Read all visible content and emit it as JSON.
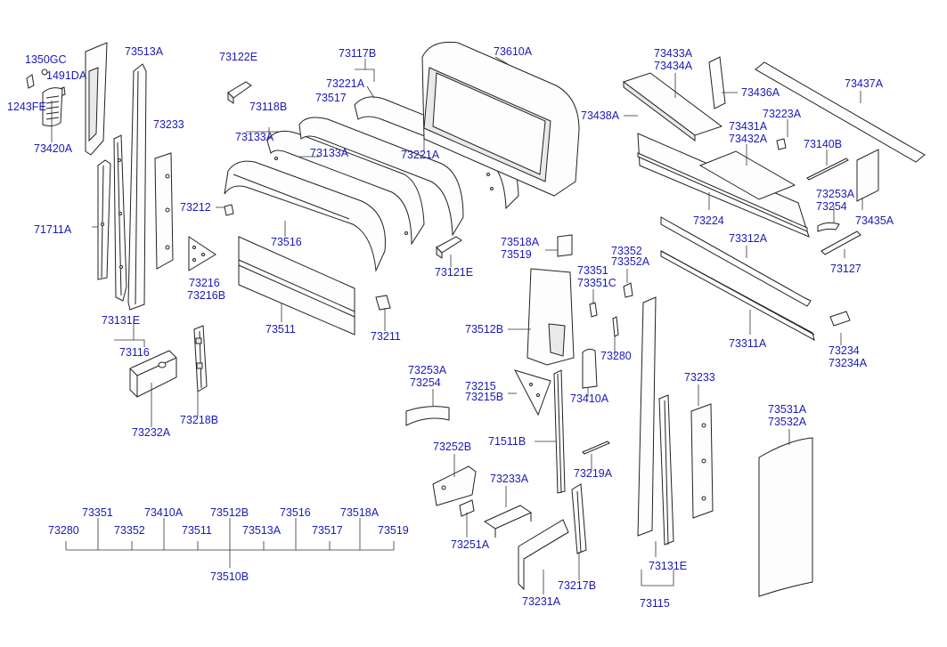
{
  "labels": [
    {
      "id": "l1350gc",
      "text": "1350GC"
    },
    {
      "id": "l1491da",
      "text": "1491DA"
    },
    {
      "id": "l1243fe",
      "text": "1243FE"
    },
    {
      "id": "l73420a",
      "text": "73420A"
    },
    {
      "id": "l73513a_top",
      "text": "73513A"
    },
    {
      "id": "l73233_l",
      "text": "73233"
    },
    {
      "id": "l71711a",
      "text": "71711A"
    },
    {
      "id": "l73131e_l",
      "text": "73131E"
    },
    {
      "id": "l73116",
      "text": "73116"
    },
    {
      "id": "l73232a",
      "text": "73232A"
    },
    {
      "id": "l73218b",
      "text": "73218B"
    },
    {
      "id": "l73216",
      "text": "73216"
    },
    {
      "id": "l73216b",
      "text": "73216B"
    },
    {
      "id": "l73212",
      "text": "73212"
    },
    {
      "id": "l73122e",
      "text": "73122E"
    },
    {
      "id": "l73118b",
      "text": "73118B"
    },
    {
      "id": "l73133a_1",
      "text": "73133A"
    },
    {
      "id": "l73133a_2",
      "text": "73133A"
    },
    {
      "id": "l73516",
      "text": "73516"
    },
    {
      "id": "l73511",
      "text": "73511"
    },
    {
      "id": "l73211",
      "text": "73211"
    },
    {
      "id": "l73117b",
      "text": "73117B"
    },
    {
      "id": "l73221a_1",
      "text": "73221A"
    },
    {
      "id": "l73517",
      "text": "73517"
    },
    {
      "id": "l73221a_2",
      "text": "73221A"
    },
    {
      "id": "l73121e",
      "text": "73121E"
    },
    {
      "id": "l73610a",
      "text": "73610A"
    },
    {
      "id": "l73518a",
      "text": "73518A"
    },
    {
      "id": "l73519",
      "text": "73519"
    },
    {
      "id": "l73512b",
      "text": "73512B"
    },
    {
      "id": "l73352",
      "text": "73352"
    },
    {
      "id": "l73352a",
      "text": "73352A"
    },
    {
      "id": "l73351",
      "text": "73351"
    },
    {
      "id": "l73351c",
      "text": "73351C"
    },
    {
      "id": "l73280",
      "text": "73280"
    },
    {
      "id": "l73410a",
      "text": "73410A"
    },
    {
      "id": "l73253a_c",
      "text": "73253A"
    },
    {
      "id": "l73254_c",
      "text": "73254"
    },
    {
      "id": "l73215",
      "text": "73215"
    },
    {
      "id": "l73215b",
      "text": "73215B"
    },
    {
      "id": "l71511b",
      "text": "71511B"
    },
    {
      "id": "l73219a",
      "text": "73219A"
    },
    {
      "id": "l73252b",
      "text": "73252B"
    },
    {
      "id": "l73233a",
      "text": "73233A"
    },
    {
      "id": "l73251a",
      "text": "73251A"
    },
    {
      "id": "l73231a",
      "text": "73231A"
    },
    {
      "id": "l73217b",
      "text": "73217B"
    },
    {
      "id": "l73233_r",
      "text": "73233"
    },
    {
      "id": "l73131e_r",
      "text": "73131E"
    },
    {
      "id": "l73115",
      "text": "73115"
    },
    {
      "id": "l73531a",
      "text": "73531A"
    },
    {
      "id": "l73532a",
      "text": "73532A"
    },
    {
      "id": "l73433a",
      "text": "73433A"
    },
    {
      "id": "l73434a",
      "text": "73434A"
    },
    {
      "id": "l73438a",
      "text": "73438A"
    },
    {
      "id": "l73436a",
      "text": "73436A"
    },
    {
      "id": "l73437a",
      "text": "73437A"
    },
    {
      "id": "l73223a",
      "text": "73223A"
    },
    {
      "id": "l73431a",
      "text": "73431A"
    },
    {
      "id": "l73432a",
      "text": "73432A"
    },
    {
      "id": "l73140b",
      "text": "73140B"
    },
    {
      "id": "l73224",
      "text": "73224"
    },
    {
      "id": "l73435a",
      "text": "73435A"
    },
    {
      "id": "l73253a_r",
      "text": "73253A"
    },
    {
      "id": "l73254_r",
      "text": "73254"
    },
    {
      "id": "l73312a",
      "text": "73312A"
    },
    {
      "id": "l73127",
      "text": "73127"
    },
    {
      "id": "l73311a",
      "text": "73311A"
    },
    {
      "id": "l73234",
      "text": "73234"
    },
    {
      "id": "l73234a",
      "text": "73234A"
    },
    {
      "id": "t73351",
      "text": "73351"
    },
    {
      "id": "t73410a",
      "text": "73410A"
    },
    {
      "id": "t73512b",
      "text": "73512B"
    },
    {
      "id": "t73516",
      "text": "73516"
    },
    {
      "id": "t73518a",
      "text": "73518A"
    },
    {
      "id": "t73280",
      "text": "73280"
    },
    {
      "id": "t73352",
      "text": "73352"
    },
    {
      "id": "t73511",
      "text": "73511"
    },
    {
      "id": "t73513a",
      "text": "73513A"
    },
    {
      "id": "t73517",
      "text": "73517"
    },
    {
      "id": "t73519",
      "text": "73519"
    },
    {
      "id": "t73510b",
      "text": "73510B"
    }
  ]
}
